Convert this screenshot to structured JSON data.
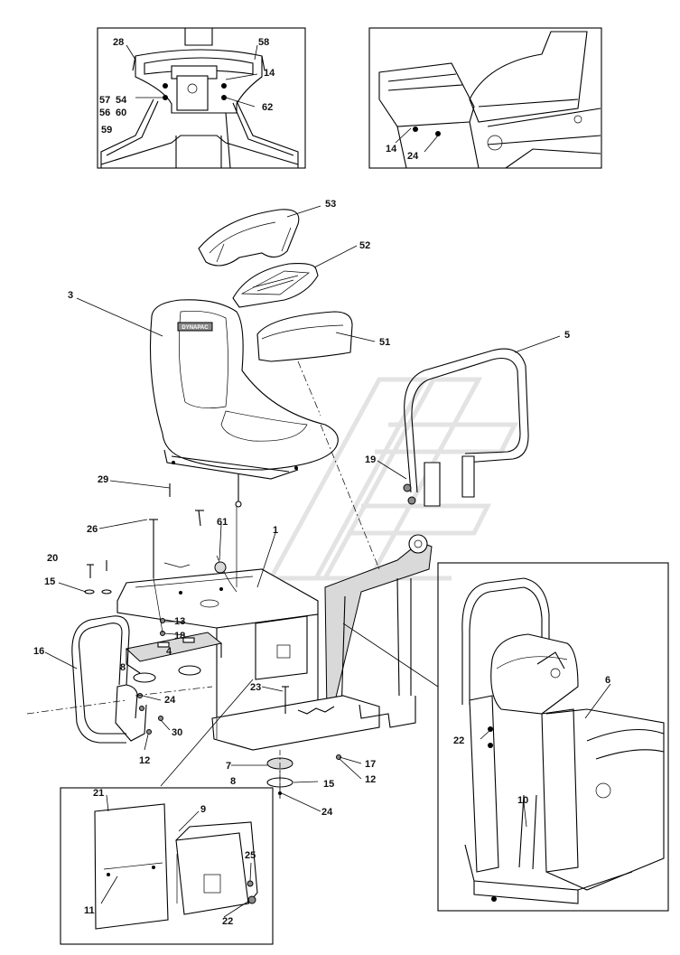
{
  "callouts": [
    {
      "id": "c28",
      "label": "28"
    },
    {
      "id": "c58",
      "label": "58"
    },
    {
      "id": "c14a",
      "label": "14"
    },
    {
      "id": "c57",
      "label": "57"
    },
    {
      "id": "c54",
      "label": "54"
    },
    {
      "id": "c56",
      "label": "56"
    },
    {
      "id": "c60",
      "label": "60"
    },
    {
      "id": "c62",
      "label": "62"
    },
    {
      "id": "c59",
      "label": "59"
    },
    {
      "id": "c14b",
      "label": "14"
    },
    {
      "id": "c24a",
      "label": "24"
    },
    {
      "id": "c53",
      "label": "53"
    },
    {
      "id": "c52",
      "label": "52"
    },
    {
      "id": "c3",
      "label": "3"
    },
    {
      "id": "c51",
      "label": "51"
    },
    {
      "id": "c5",
      "label": "5"
    },
    {
      "id": "c29",
      "label": "29"
    },
    {
      "id": "c19",
      "label": "19"
    },
    {
      "id": "c26",
      "label": "26"
    },
    {
      "id": "c61",
      "label": "61"
    },
    {
      "id": "c1",
      "label": "1"
    },
    {
      "id": "c20",
      "label": "20"
    },
    {
      "id": "c15a",
      "label": "15"
    },
    {
      "id": "c13",
      "label": "13"
    },
    {
      "id": "c18",
      "label": "18"
    },
    {
      "id": "c4",
      "label": "4"
    },
    {
      "id": "c16",
      "label": "16"
    },
    {
      "id": "c8a",
      "label": "8"
    },
    {
      "id": "c24b",
      "label": "24"
    },
    {
      "id": "c30",
      "label": "30"
    },
    {
      "id": "c12a",
      "label": "12"
    },
    {
      "id": "c23",
      "label": "23"
    },
    {
      "id": "c7",
      "label": "7"
    },
    {
      "id": "c17",
      "label": "17"
    },
    {
      "id": "c8b",
      "label": "8"
    },
    {
      "id": "c15b",
      "label": "15"
    },
    {
      "id": "c12b",
      "label": "12"
    },
    {
      "id": "c24c",
      "label": "24"
    },
    {
      "id": "c21",
      "label": "21"
    },
    {
      "id": "c9",
      "label": "9"
    },
    {
      "id": "c25",
      "label": "25"
    },
    {
      "id": "c11",
      "label": "11"
    },
    {
      "id": "c22a",
      "label": "22"
    },
    {
      "id": "c6",
      "label": "6"
    },
    {
      "id": "c22b",
      "label": "22"
    },
    {
      "id": "c10",
      "label": "10"
    }
  ],
  "seat_logo_text": "DYNAPAC"
}
